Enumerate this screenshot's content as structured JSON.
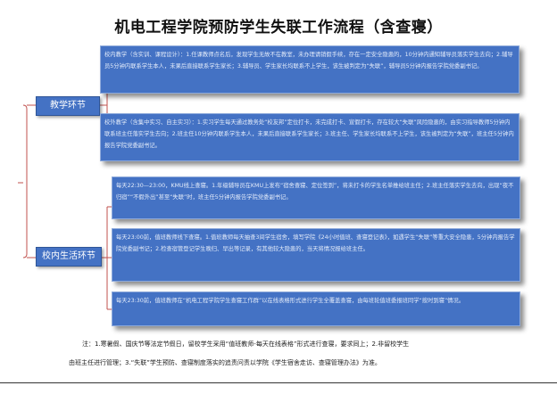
{
  "title": "机电工程学院预防学生失联工作流程（含查寝）",
  "categories": {
    "teaching": "教学环节",
    "campus_life": "校内生活环节"
  },
  "boxes": {
    "in_school_teaching": "校内教学（含实训、课程设计）：1.任课教师点名后，发现学生无故不在教室，未办理请销假手续，存在一定安全隐患的，10分钟内通知辅导员落实学生去向；2.辅导员5分钟内联系学生本人，未果后直接联系学生家长；3.辅导员、学生家长均联系不上学生，该生被判定为“失联”，辅导员5分钟内报告学院党委副书记。",
    "off_school_teaching": "校外教学（含集中实习、自主实习）：1.实习学生每天通过教务处“校友邦”定位打卡，未完成打卡、宣假打卡，存在较大“失联”风险隐患的，由实习指导教师5分钟内联系班主任落实学生去向；2.班主任10分钟内联系学生本人，未果后直接联系学生家长；3.班主任、学生家长均联系不上学生，该生被判定为“失联”，班主任5分钟内报告学院党委副书记。",
    "evening_check": "每天22:30—23:00，KMU线上查寝。1.年级辅导员在KMU上发布“宿舍查寝、定位签到”，将未打卡的学生名单推给班主任；2.班主任落实学生去向，出现“夜不归宿”“不假外出”甚至“失联”时，班主任5分钟内报告学院党委副书记。",
    "night_check": "每天23:00前，值班教师线下查寝。1.值班教师每天抽查3间学生宿舍，填写学院《24小时值班、查寝登记表》，如遇学生“失联”等重大安全隐患，5分钟内报告学院党委副书记；2.检查宿管登记学生晚归、早出等记录，有其他较大隐患的，当天将情况报给班主任。",
    "wechat_check": "每天23:30前，值班教师在“机电工程学院学生查寝工作群”以在线表格形式进行学生全覆盖查寝，由每班轮值班委报班同学“按时到寝”情况。"
  },
  "note": {
    "line1": "注：1.寒暑假、国庆节等法定节假日，留校学生采用“值班教师-每天在线表格”形式进行查寝，要求同上；2.非留校学生",
    "line2": "由班主任进行管理；3.“失联”学生预防、查寝制度落实的追责问责以学院《学生宿舍走访、查寝管理办法》为准。"
  },
  "colors": {
    "box_fill": "#4472c4",
    "box_border": "#8eaadb",
    "connector": "#c0504d"
  }
}
